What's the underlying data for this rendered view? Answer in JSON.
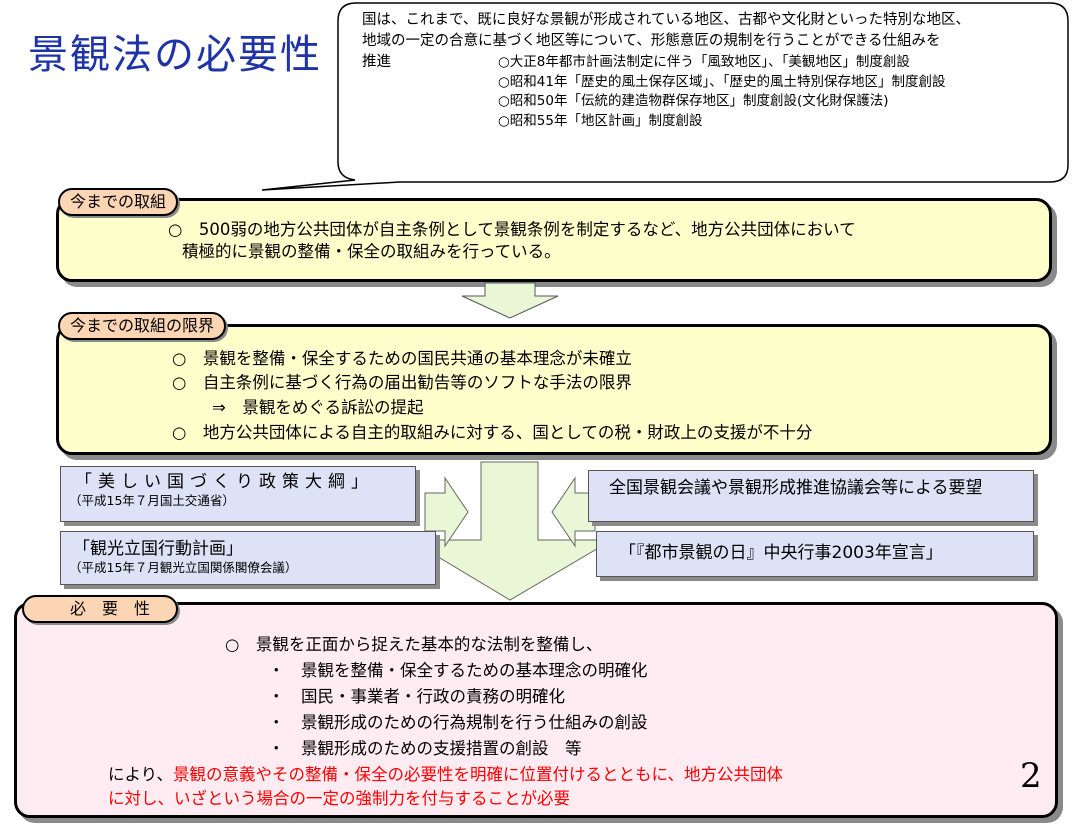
{
  "title": "景観法の必要性",
  "callout": {
    "line1": "国は、これまで、既に良好な景観が形成されている地区、古都や文化財といった特別な地区、",
    "line2": "地域の一定の合意に基づく地区等について、形態意匠の規制を行うことができる仕組みを",
    "line3": "推進",
    "items": [
      "○大正8年都市計画法制定に伴う「風致地区」、「美観地区」制度創設",
      "○昭和41年「歴史的風土保存区域」、「歴史的風土特別保存地区」制度創設",
      "○昭和50年「伝統的建造物群保存地区」制度創設(文化財保護法)",
      "○昭和55年「地区計画」制度創設"
    ]
  },
  "section1": {
    "tag": "今までの取組",
    "line1": "○　500弱の地方公共団体が自主条例として景観条例を制定するなど、地方公共団体において",
    "line2": "積極的に景観の整備・保全の取組みを行っている。"
  },
  "section2": {
    "tag": "今までの取組の限界",
    "lines": [
      "○　景観を整備・保全するための国民共通の基本理念が未確立",
      "○　自主条例に基づく行為の届出勧告等のソフトな手法の限界",
      "⇒　景観をめぐる訴訟の提起",
      "○　地方公共団体による自主的取組みに対する、国としての税・財政上の支援が不十分"
    ]
  },
  "left_boxes": [
    {
      "main": "「美しい国づくり政策大綱」",
      "note": "（平成15年７月国土交通省）"
    },
    {
      "main": "「観光立国行動計画」",
      "note": "（平成15年７月観光立国関係閣僚会議）"
    }
  ],
  "right_boxes": [
    {
      "main": "全国景観会議や景観形成推進協議会等による要望"
    },
    {
      "main": "「『都市景観の日』中央行事2003年宣言」"
    }
  ],
  "section3": {
    "tag": "必　要　性",
    "intro": "○　景観を正面から捉えた基本的な法制を整備し、",
    "bullets": [
      "・　景観を整備・保全するための基本理念の明確化",
      "・　国民・事業者・行政の責務の明確化",
      "・　景観形成のための行為規制を行う仕組みの創設",
      "・　景観形成のための支援措置の創設　等"
    ],
    "conclusion_prefix": "により、",
    "conclusion_red1": "景観の意義やその整備・保全の必要性を明確に位置付けるとともに、地方公共団体",
    "conclusion_red2": "に対し、いざという場合の一定の強制力を付与することが必要"
  },
  "page_number": "2",
  "colors": {
    "title": "#1f33a8",
    "panel_yellow": "#ffffcc",
    "panel_pink": "#ffecf2",
    "tag": "#fcd5b4",
    "box_blue": "#dde2f6",
    "arrow_green": "#e9f7d6",
    "emphasis_red": "#ff0000"
  }
}
